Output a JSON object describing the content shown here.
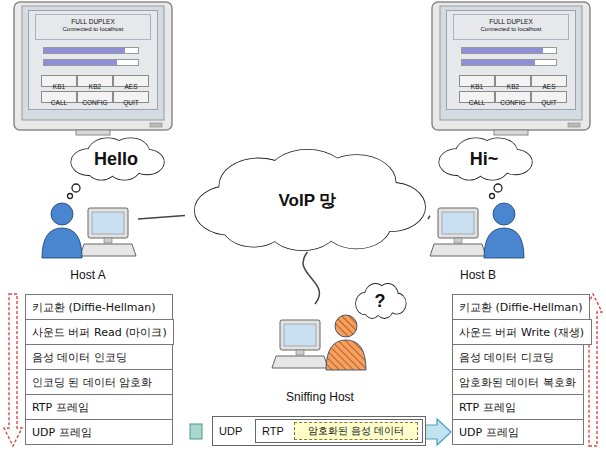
{
  "diagram": {
    "nodes": [
      {
        "text": [
          "FULL DUPLEX",
          "Connected to localhost"
        ]
      },
      {
        "text": [
          "KB1"
        ],
        "in": 0
      },
      {
        "text": [
          "KB2"
        ],
        "in": 0
      },
      {
        "text": [
          "AES"
        ],
        "in": 0
      },
      {
        "text": [
          "CALL"
        ],
        "in": 0
      },
      {
        "text": [
          "CONFIG"
        ],
        "in": 0
      },
      {
        "text": [
          "QUIT"
        ],
        "in": 0
      },
      {
        "text": [
          "FULL DUPLEX",
          "Connected to localhost"
        ]
      },
      {
        "text": [
          "KB1"
        ],
        "in": 7
      },
      {
        "text": [
          "KB2"
        ],
        "in": 7
      },
      {
        "text": [
          "AES"
        ],
        "in": 7
      },
      {
        "text": [
          "CALL"
        ],
        "in": 7
      },
      {
        "text": [
          "CONFIG"
        ],
        "in": 7
      },
      {
        "text": [
          "QUIT"
        ],
        "in": 7
      },
      {
        "text": [
          "Hello"
        ]
      },
      {
        "text": [
          "Hi~"
        ]
      },
      {
        "text": [
          "Host A"
        ]
      },
      {
        "text": [
          "VoIP 망"
        ]
      },
      {
        "text": [
          "Host B"
        ]
      },
      {
        "text": [
          "?"
        ]
      },
      {
        "text": [
          "Sniffing Host"
        ]
      },
      {
        "text": [
          "키교환 (Diffie-Hellman)"
        ]
      },
      {
        "text": [
          "사운드 버퍼 Read (마이크)"
        ]
      },
      {
        "text": [
          "음성 데이터 인코딩"
        ]
      },
      {
        "text": [
          "인코딩 된 데이터 암호화"
        ]
      },
      {
        "text": [
          "RTP 프레임"
        ]
      },
      {
        "text": [
          "UDP 프레임"
        ]
      },
      {
        "text": [
          "키교환 (Diffie-Hellman)"
        ]
      },
      {
        "text": [
          "사운드 버퍼 Write (재생)"
        ]
      },
      {
        "text": [
          "음성 데이터 디코딩"
        ]
      },
      {
        "text": [
          "암호화된 데이터 복호화"
        ]
      },
      {
        "text": [
          "RTP 프레임"
        ]
      },
      {
        "text": [
          "UDP 프레임"
        ]
      },
      {
        "text": [
          "UDP"
        ]
      },
      {
        "text": [
          "RTP"
        ],
        "in": 33
      },
      {
        "text": [
          "암호화된 음성 데이터"
        ],
        "in": 34
      }
    ],
    "edges": [
      {
        "from": 16,
        "to": 17,
        "arrow": "none"
      },
      {
        "from": 17,
        "to": 18,
        "arrow": "none"
      },
      {
        "from": 17,
        "to": 20,
        "arrow": "none"
      },
      {
        "from": 33,
        "to": 32,
        "arrow": "to"
      }
    ]
  }
}
